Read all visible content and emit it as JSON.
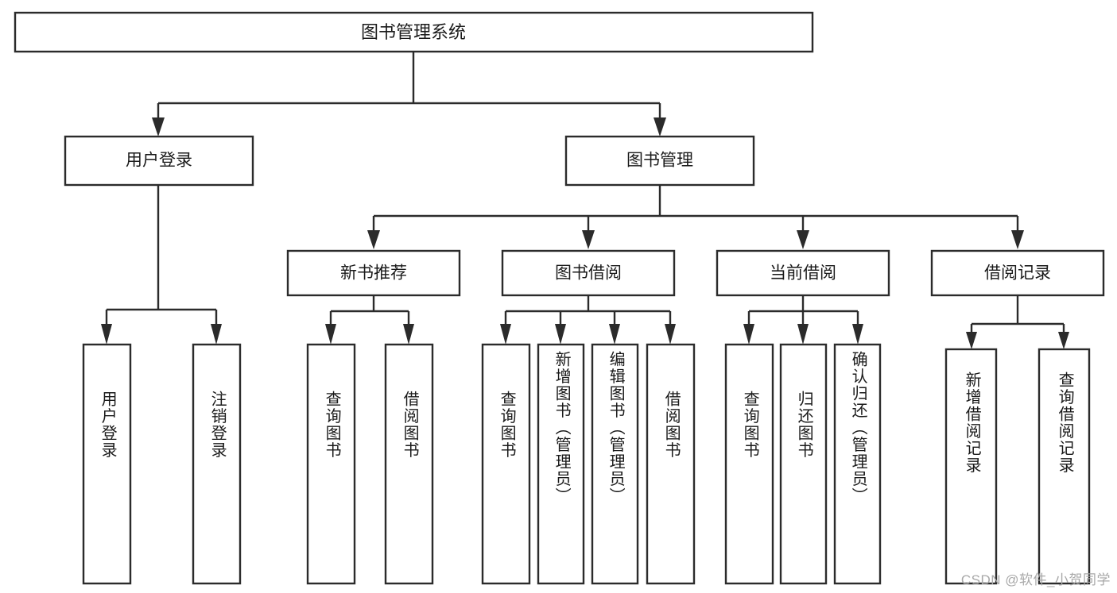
{
  "diagram": {
    "type": "tree",
    "title": "图书管理系统",
    "root": {
      "id": "root",
      "label": "图书管理系统",
      "orientation": "horizontal"
    },
    "level2": [
      {
        "id": "user-login",
        "label": "用户登录",
        "orientation": "horizontal"
      },
      {
        "id": "book-manage",
        "label": "图书管理",
        "orientation": "horizontal"
      }
    ],
    "level3": [
      {
        "id": "new-book-rec",
        "label": "新书推荐",
        "orientation": "horizontal",
        "parent": "book-manage"
      },
      {
        "id": "book-borrow",
        "label": "图书借阅",
        "orientation": "horizontal",
        "parent": "book-manage"
      },
      {
        "id": "current-borrow",
        "label": "当前借阅",
        "orientation": "horizontal",
        "parent": "book-manage"
      },
      {
        "id": "borrow-record",
        "label": "借阅记录",
        "orientation": "horizontal",
        "parent": "book-manage"
      }
    ],
    "leaves": [
      {
        "id": "leaf-user-login",
        "label": "用户登录",
        "orientation": "vertical",
        "parent": "user-login"
      },
      {
        "id": "leaf-user-logout",
        "label": "注销登录",
        "orientation": "vertical",
        "parent": "user-login"
      },
      {
        "id": "leaf-query-book-1",
        "label": "查询图书",
        "orientation": "vertical",
        "parent": "new-book-rec"
      },
      {
        "id": "leaf-borrow-book-1",
        "label": "借阅图书",
        "orientation": "vertical",
        "parent": "new-book-rec"
      },
      {
        "id": "leaf-query-book-2",
        "label": "查询图书",
        "orientation": "vertical",
        "parent": "book-borrow"
      },
      {
        "id": "leaf-add-book",
        "label": "新增图书（管理员）",
        "orientation": "vertical",
        "parent": "book-borrow"
      },
      {
        "id": "leaf-edit-book",
        "label": "编辑图书（管理员）",
        "orientation": "vertical",
        "parent": "book-borrow"
      },
      {
        "id": "leaf-borrow-book-2",
        "label": "借阅图书",
        "orientation": "vertical",
        "parent": "book-borrow"
      },
      {
        "id": "leaf-query-book-3",
        "label": "查询图书",
        "orientation": "vertical",
        "parent": "current-borrow"
      },
      {
        "id": "leaf-return-book",
        "label": "归还图书",
        "orientation": "vertical",
        "parent": "current-borrow"
      },
      {
        "id": "leaf-confirm-return",
        "label": "确认归还（管理员）",
        "orientation": "vertical",
        "parent": "current-borrow"
      },
      {
        "id": "leaf-add-record",
        "label": "新增借阅记录",
        "orientation": "vertical",
        "parent": "borrow-record"
      },
      {
        "id": "leaf-query-record",
        "label": "查询借阅记录",
        "orientation": "vertical",
        "parent": "borrow-record"
      }
    ],
    "colors": {
      "stroke": "#2b2b2b",
      "fill": "#ffffff",
      "text": "#1a1a1a",
      "background": "#ffffff",
      "watermark": "#a8a8a8"
    }
  },
  "watermark": {
    "text": "CSDN @软件_小贺同学"
  }
}
